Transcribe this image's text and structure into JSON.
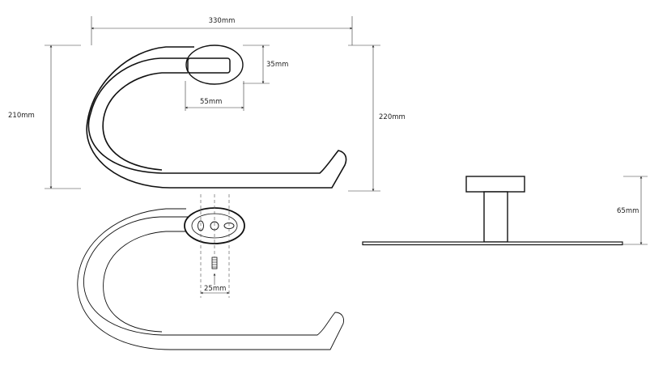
{
  "dimensions": {
    "overall_width": "330mm",
    "overall_height_left": "210mm",
    "overall_height_right": "220mm",
    "flange_height": "35mm",
    "flange_width": "55mm",
    "screw_spacing": "25mm",
    "projection": "65mm"
  },
  "colors": {
    "line": "#111111",
    "dimension_line": "#333333",
    "background": "#ffffff"
  }
}
